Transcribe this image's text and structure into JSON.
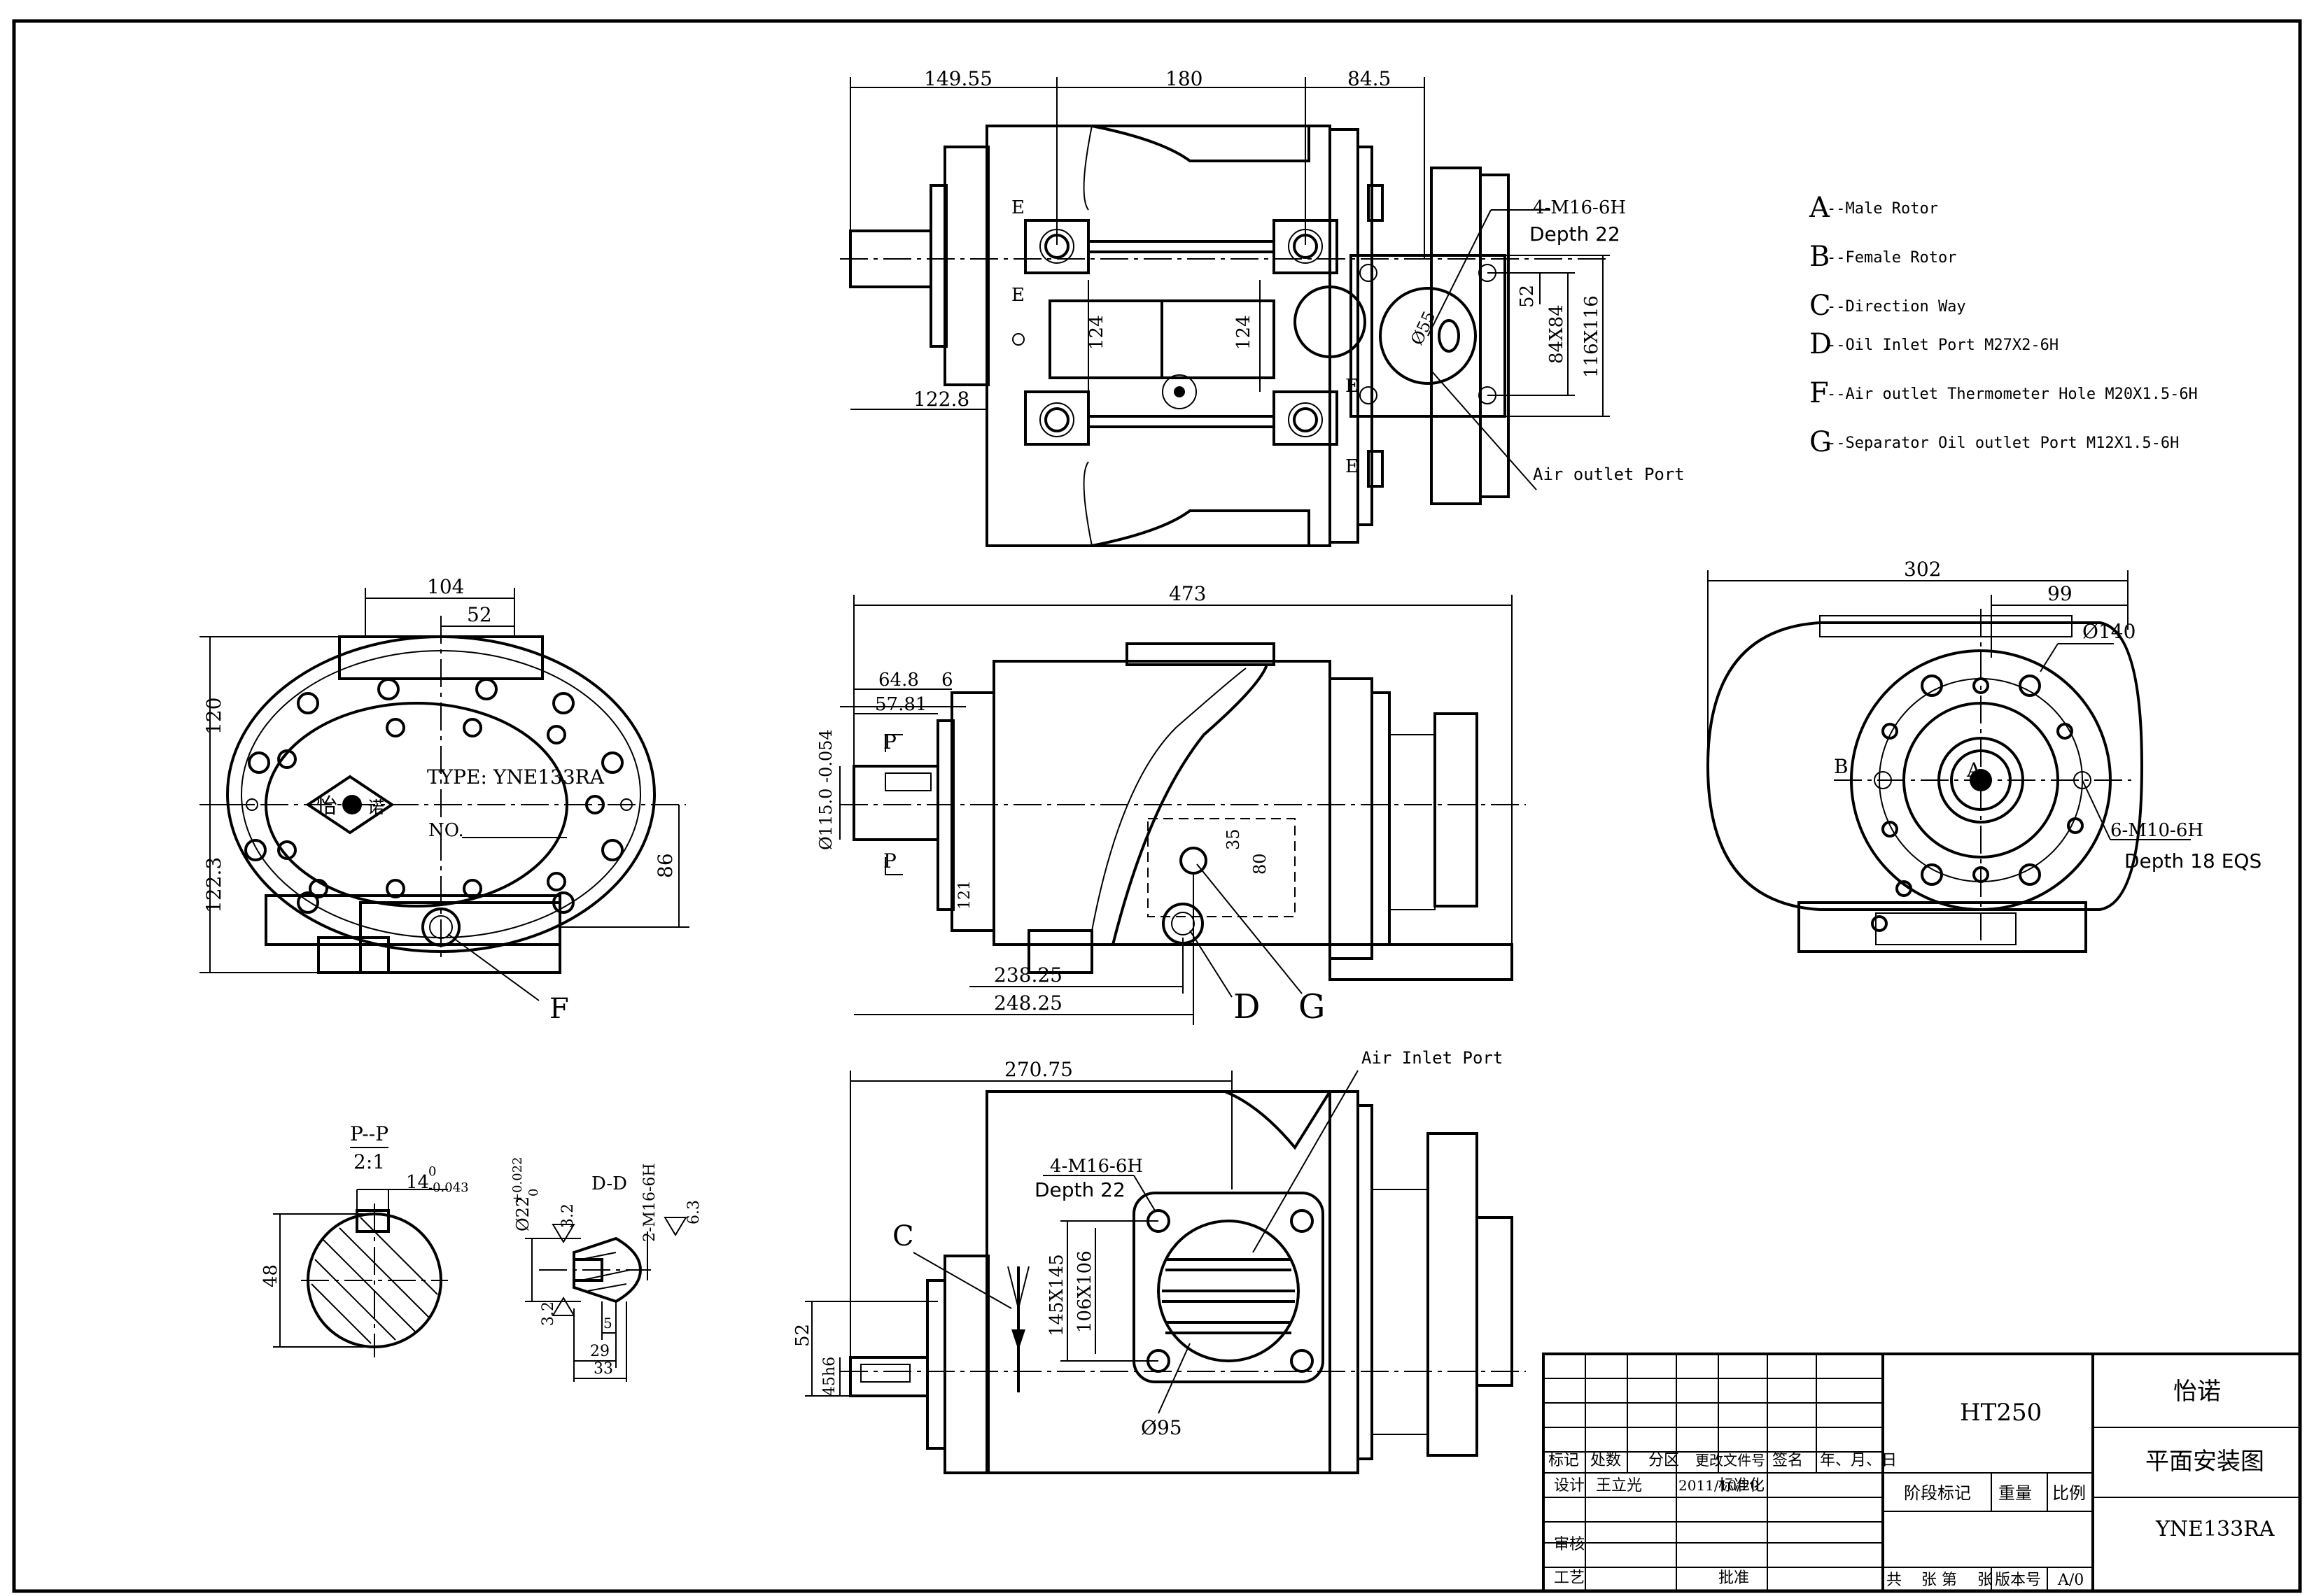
{
  "legend": [
    {
      "letter": "A",
      "text": "--Male Rotor"
    },
    {
      "letter": "B",
      "text": "--Female Rotor"
    },
    {
      "letter": "C",
      "text": "--Direction Way"
    },
    {
      "letter": "D",
      "text": "--Oil Inlet Port M27X2-6H"
    },
    {
      "letter": "F",
      "text": "--Air outlet Thermometer Hole M20X1.5-6H"
    },
    {
      "letter": "G",
      "text": "--Separator Oil outlet Port M12X1.5-6H"
    }
  ],
  "top_view": {
    "dims": [
      "149.55",
      "180",
      "84.5",
      "122.8",
      "124",
      "124",
      "52",
      "84X84",
      "116X116"
    ],
    "thread_note": "4-M16-6H",
    "depth_note": "Depth 22",
    "dia_note": "Ø55",
    "air_outlet": "Air outlet Port",
    "section_marks": [
      "E",
      "E",
      "E",
      "E"
    ]
  },
  "front_view": {
    "dims": [
      "104",
      "52",
      "120",
      "122.3",
      "86"
    ],
    "type_label": "TYPE: YNE133RA",
    "no_label": "NO.",
    "logo_chars": [
      "怡",
      "诺"
    ],
    "callout_f": "F"
  },
  "side_view": {
    "dims": [
      "473",
      "64.8",
      "6",
      "57.81",
      "Ø115.0 -0.054",
      "121",
      "35",
      "80",
      "238.25",
      "248.25"
    ],
    "section_p": [
      "P",
      "P"
    ],
    "callout_d": "D",
    "callout_g": "G"
  },
  "right_view": {
    "dims": [
      "302",
      "99",
      "Ø140"
    ],
    "label_a": "A",
    "label_b": "B",
    "thread_note": "6-M10-6H",
    "depth_note": "Depth 18  EQS"
  },
  "bottom_view": {
    "dims": [
      "270.75",
      "145X145",
      "106X106",
      "Ø95",
      "52",
      "45h6"
    ],
    "air_inlet": "Air Inlet Port",
    "thread_note": "4-M16-6H",
    "depth_note": "Depth 22",
    "callout_c": "C"
  },
  "section_pp": {
    "title": "P--P",
    "scale": "2:1",
    "dims": [
      "14",
      "0",
      "-0.043",
      "48"
    ]
  },
  "section_dd": {
    "title": "D-D",
    "dims": [
      "Ø22",
      "+0.022",
      "0",
      "3.2",
      "3.2",
      "2-M16-6H",
      "6.3",
      "5",
      "29",
      "33"
    ]
  },
  "title_block": {
    "material": "HT250",
    "company": "怡诺",
    "drawing_name": "平面安装图",
    "model": "YNE133RA",
    "rev_headers": [
      "标记",
      "处数",
      "分区",
      "更改文件号",
      "签名",
      "年、月、日"
    ],
    "design_row": [
      "设计",
      "王立光",
      "2011/10/20",
      "标准化"
    ],
    "stage": "阶段标记",
    "weight": "重量",
    "ratio": "比例",
    "check": "审核",
    "process": "工艺",
    "approve": "批准",
    "sheets": [
      "共",
      "张 第",
      "张"
    ],
    "version": "版本号",
    "version_val": "A/0"
  }
}
